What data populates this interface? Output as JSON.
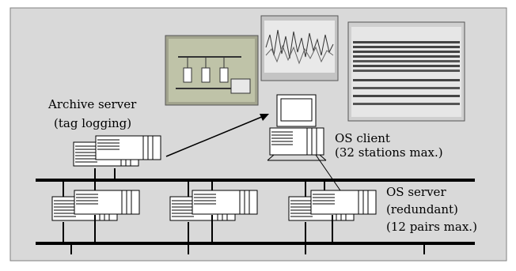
{
  "labels": {
    "archive_title": "Archive server",
    "archive_sub": "(tag logging)",
    "client_title": "OS client",
    "client_sub": "(32 stations max.)",
    "server_title": "OS server",
    "server_sub": "(redundant)",
    "server_sub2": "(12 pairs max.)"
  },
  "colors": {
    "background_panel": "#d9d9d9",
    "frame": "#808080",
    "equipment": "#ffffff",
    "line": "#000000"
  }
}
